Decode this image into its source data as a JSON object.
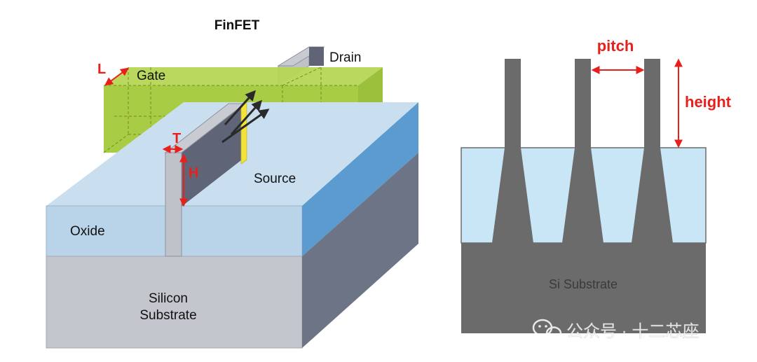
{
  "left_diagram": {
    "title": "FinFET",
    "labels": {
      "gate": "Gate",
      "drain": "Drain",
      "source": "Source",
      "oxide": "Oxide",
      "substrate_line1": "Silicon",
      "substrate_line2": "Substrate"
    },
    "dimensions": {
      "length": "L",
      "thickness": "T",
      "height": "H"
    }
  },
  "right_diagram": {
    "labels": {
      "pitch": "pitch",
      "height": "height",
      "substrate": "Si Substrate"
    }
  },
  "watermark": {
    "text": "公众号 · 十二芯座"
  },
  "colors": {
    "gate": "#a3c93a",
    "oxide_top": "#c9dfef",
    "oxide_front": "#b9d4e8",
    "oxide_side": "#5b9bd0",
    "substrate_front": "#c3c6cc",
    "substrate_side": "#6d7486",
    "fin_dark": "#5f6577",
    "fin_light": "#bfc2c8",
    "channel_yellow": "#f2e23a",
    "dimension_red": "#e8201c",
    "right_fin": "#6b6b6b",
    "right_oxide": "#c9e6f7"
  }
}
